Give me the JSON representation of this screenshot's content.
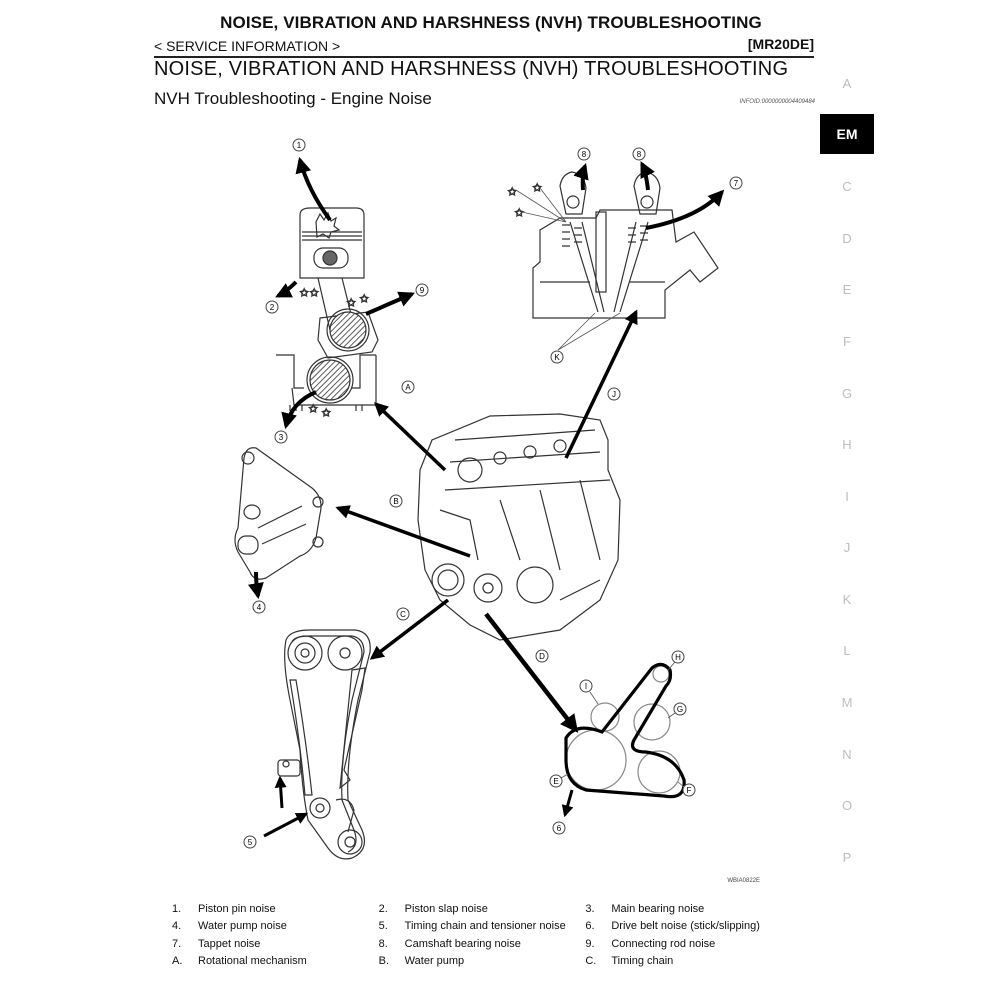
{
  "header": {
    "top_title": "NOISE, VIBRATION AND HARSHNESS (NVH) TROUBLESHOOTING",
    "service_info": "< SERVICE INFORMATION >",
    "model_code": "[MR20DE]",
    "section_title": "NOISE, VIBRATION AND HARSHNESS (NVH) TROUBLESHOOTING",
    "sub_title": "NVH Troubleshooting - Engine Noise",
    "info_id": "INFOID:0000000004409484"
  },
  "side_index": {
    "items": [
      {
        "label": "A",
        "active": false
      },
      {
        "label": "EM",
        "active": true
      },
      {
        "label": "C",
        "active": false
      },
      {
        "label": "D",
        "active": false
      },
      {
        "label": "E",
        "active": false
      },
      {
        "label": "F",
        "active": false
      },
      {
        "label": "G",
        "active": false
      },
      {
        "label": "H",
        "active": false
      },
      {
        "label": "I",
        "active": false
      },
      {
        "label": "J",
        "active": false
      },
      {
        "label": "K",
        "active": false
      },
      {
        "label": "L",
        "active": false
      },
      {
        "label": "M",
        "active": false
      },
      {
        "label": "N",
        "active": false
      },
      {
        "label": "O",
        "active": false
      },
      {
        "label": "P",
        "active": false
      }
    ]
  },
  "figure": {
    "figure_id": "WBIA0822E",
    "callouts": {
      "c1": "1",
      "c2": "2",
      "c3": "3",
      "c4": "4",
      "c5": "5",
      "c6": "6",
      "c7": "7",
      "c8a": "8",
      "c8b": "8",
      "c9": "9",
      "A": "A",
      "B": "B",
      "C": "C",
      "D": "D",
      "E": "E",
      "F": "F",
      "G": "G",
      "H": "H",
      "I": "I",
      "J": "J",
      "K": "K"
    }
  },
  "legend": {
    "rows": [
      [
        {
          "key": "1.",
          "text": "Piston pin noise"
        },
        {
          "key": "2.",
          "text": "Piston slap noise"
        },
        {
          "key": "3.",
          "text": "Main bearing noise"
        }
      ],
      [
        {
          "key": "4.",
          "text": "Water pump noise"
        },
        {
          "key": "5.",
          "text": "Timing chain and tensioner noise"
        },
        {
          "key": "6.",
          "text": "Drive belt noise (stick/slipping)"
        }
      ],
      [
        {
          "key": "7.",
          "text": "Tappet noise"
        },
        {
          "key": "8.",
          "text": "Camshaft bearing noise"
        },
        {
          "key": "9.",
          "text": "Connecting rod noise"
        }
      ],
      [
        {
          "key": "A.",
          "text": "Rotational mechanism"
        },
        {
          "key": "B.",
          "text": "Water pump"
        },
        {
          "key": "C.",
          "text": "Timing chain"
        }
      ]
    ]
  },
  "colors": {
    "text": "#111111",
    "index_inactive": "#bdbdbd",
    "index_active_bg": "#000000",
    "index_active_text": "#ffffff"
  }
}
